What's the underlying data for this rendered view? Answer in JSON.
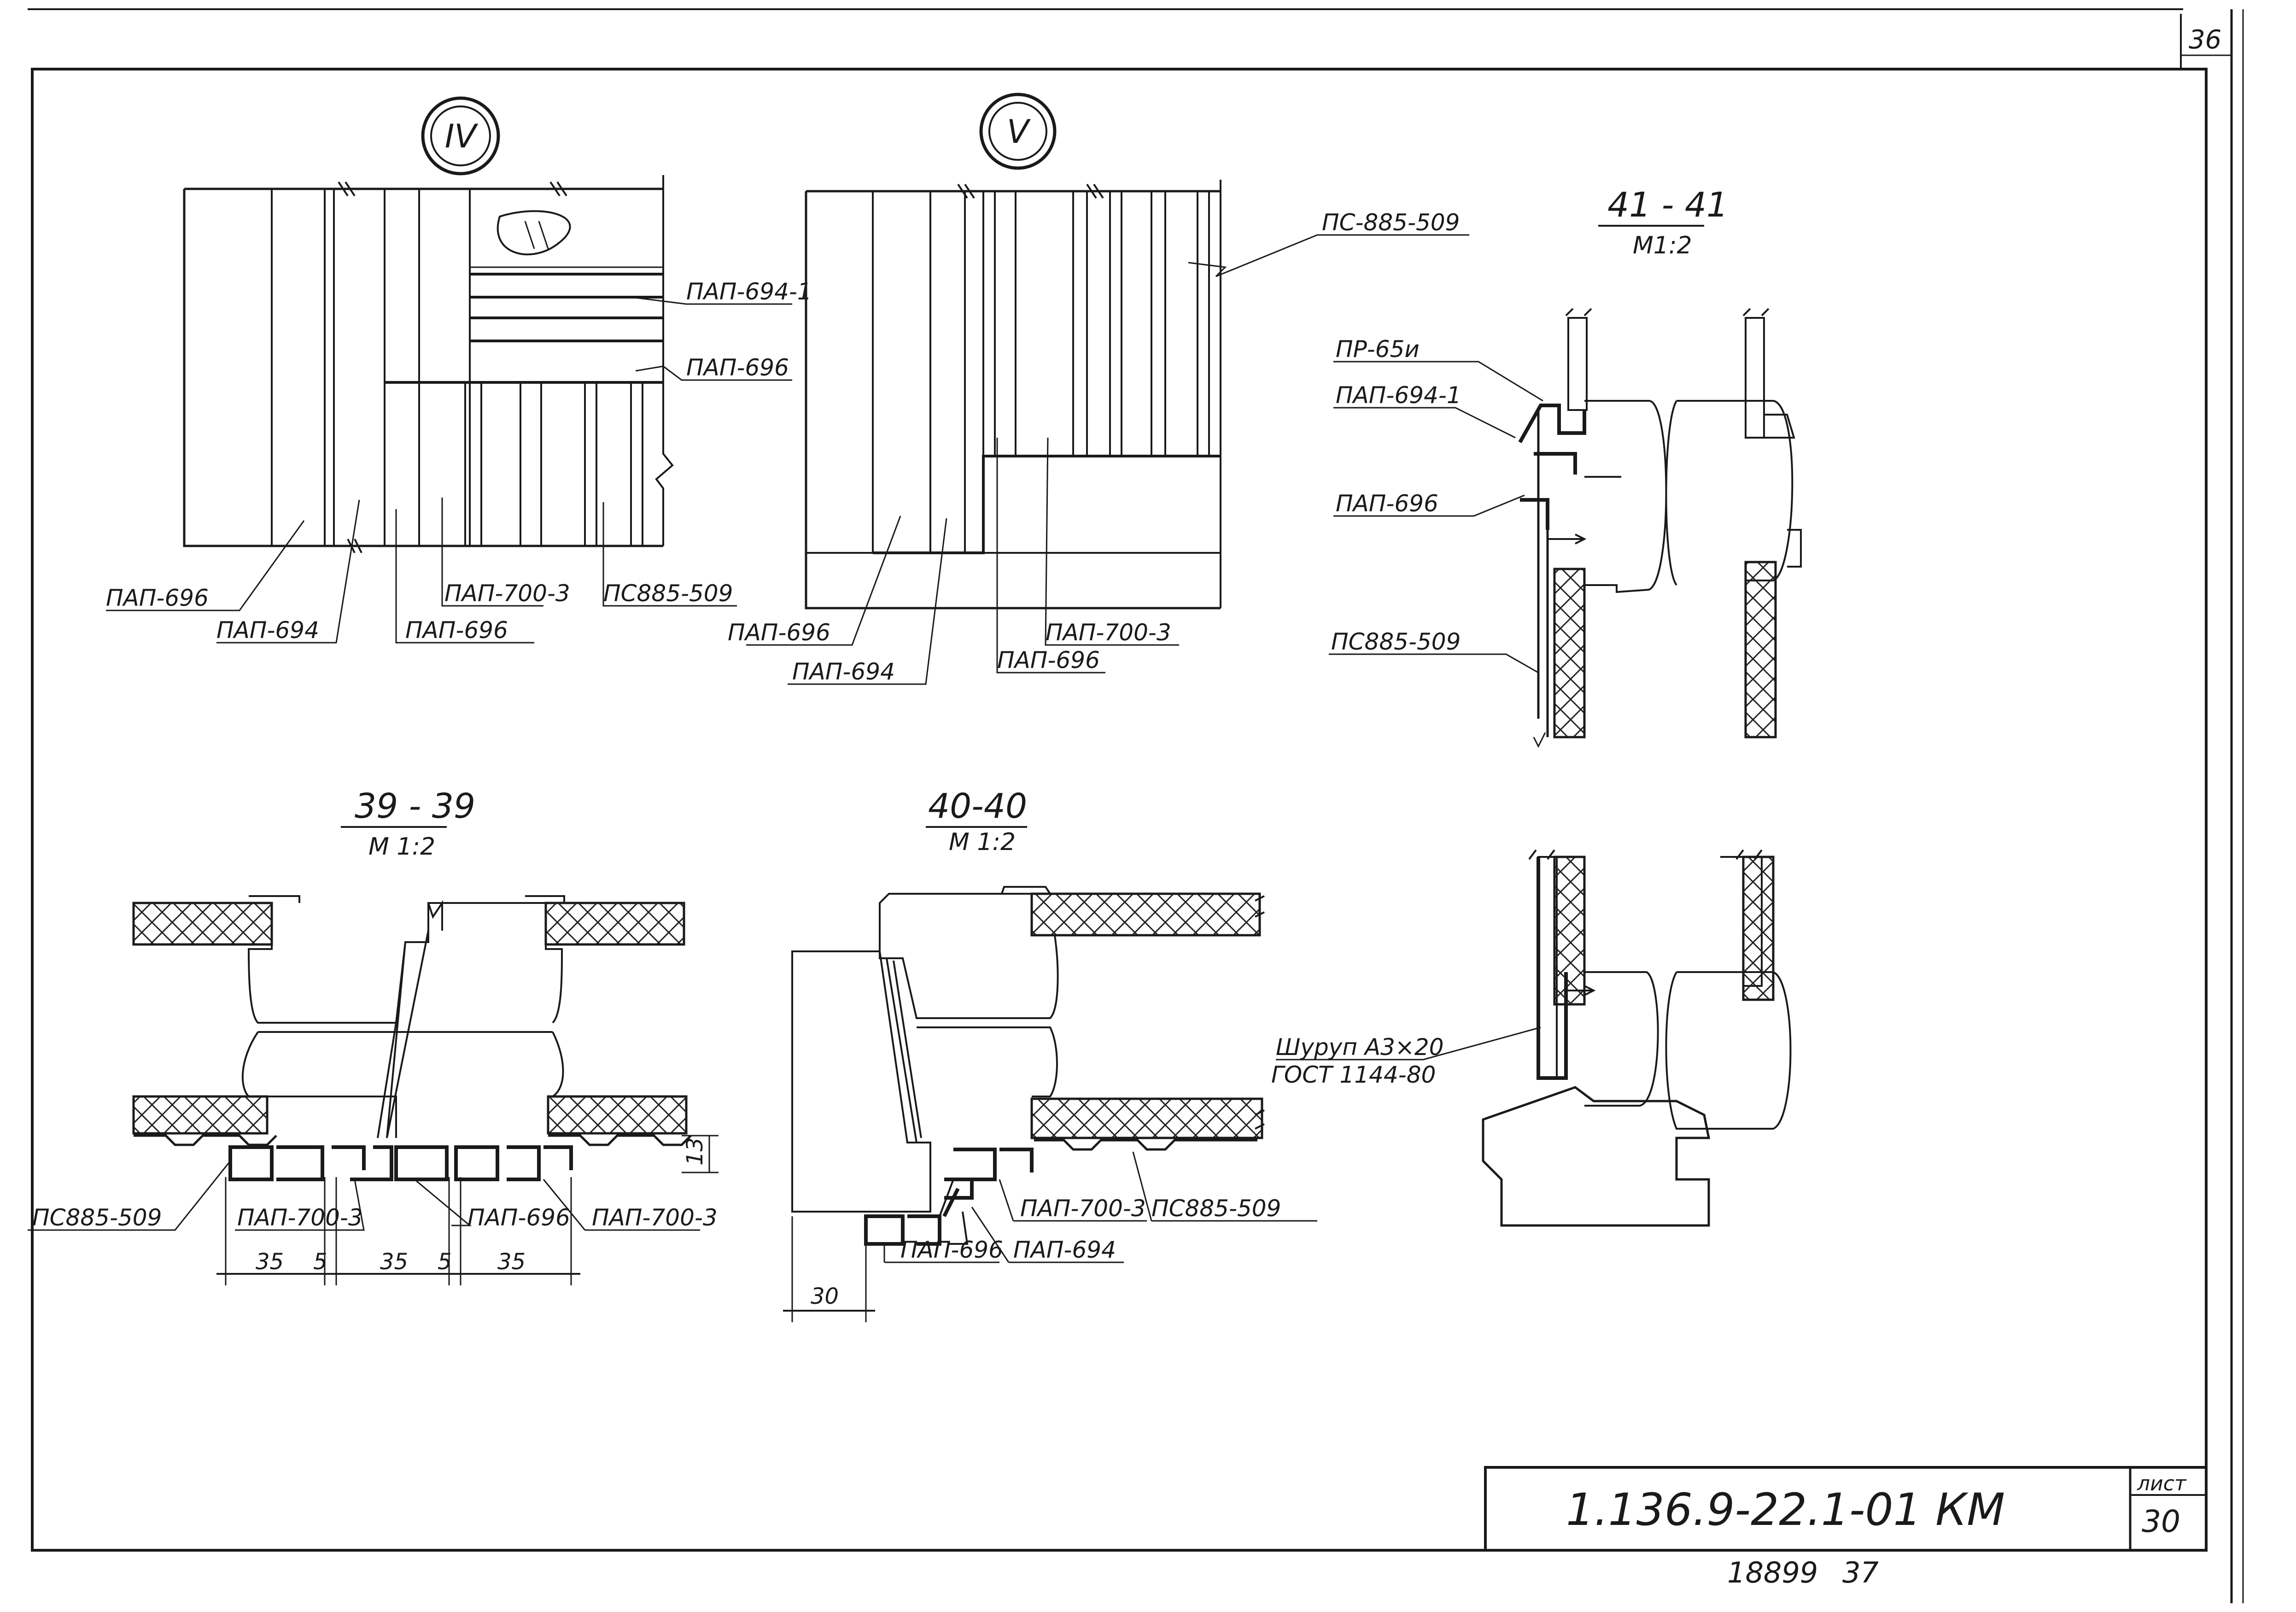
{
  "sheet_number": "36",
  "views": {
    "iv": {
      "marker": "IV",
      "labels": {
        "pap_694_1": "ПАП-694-1",
        "pap_696_top": "ПАП-696",
        "pap_696_left": "ПАП-696",
        "pap_694": "ПАП-694",
        "pap_700_3": "ПАП-700-3",
        "pap_696_mid": "ПАП-696",
        "ps_885_509": "ПС885-509"
      }
    },
    "v": {
      "marker": "V",
      "labels": {
        "ps_885_509": "ПС-885-509",
        "pap_696_left": "ПАП-696",
        "pap_694": "ПАП-694",
        "pap_700_3": "ПАП-700-3",
        "pap_696_right": "ПАП-696"
      }
    }
  },
  "sections": {
    "s41": {
      "title": "41 - 41",
      "scale": "М1:2",
      "labels": {
        "pr_65u": "ПР-65и",
        "pap_694_1": "ПАП-694-1",
        "pap_696": "ПАП-696",
        "ps_885_509": "ПС885-509",
        "screw_1": "Шуруп А3×20",
        "screw_2": "ГОСТ 1144-80"
      }
    },
    "s39": {
      "title": "39 - 39",
      "scale": "М 1:2",
      "labels": {
        "ps_885_509": "ПС885-509",
        "pap_700_3_a": "ПАП-700-3",
        "pap_696": "ПАП-696",
        "pap_700_3_b": "ПАП-700-3"
      },
      "dims": {
        "d1": "35",
        "d2": "5",
        "d3": "35",
        "d4": "5",
        "d5": "35",
        "height": "13"
      }
    },
    "s40": {
      "title": "40-40",
      "scale": "М 1:2",
      "labels": {
        "pap_700_3": "ПАП-700-3",
        "ps_885_509": "ПС885-509",
        "pap_696": "ПАП-696",
        "pap_694": "ПАП-694"
      },
      "dims": {
        "d1": "30"
      }
    }
  },
  "title_block": {
    "designation": "1.136.9-22.1-01 КМ",
    "sheet_label": "лист",
    "sheet_value": "30",
    "inventory": "18899",
    "inventory_page": "37"
  }
}
